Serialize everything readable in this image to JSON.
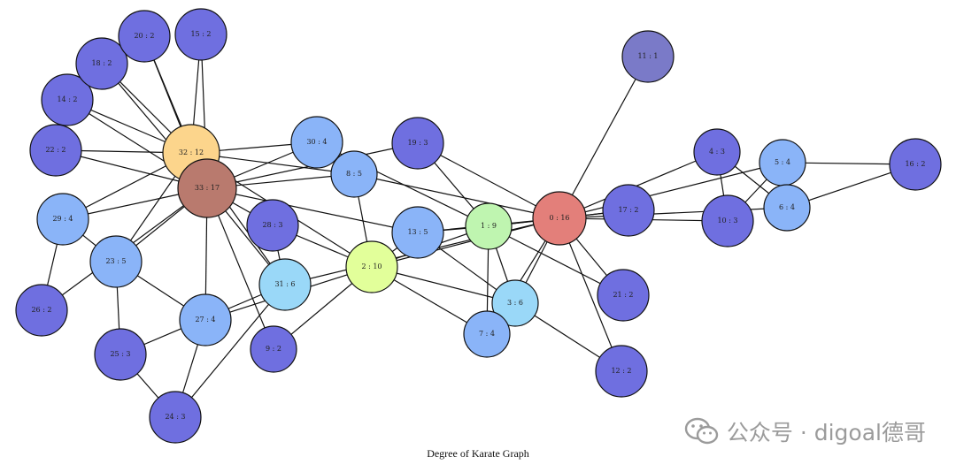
{
  "caption": "Degree of Karate Graph",
  "watermark": "公众号 · digoal德哥",
  "colors": {
    "low": "#6f6fe0",
    "mid_blue": "#8ab4f8",
    "light_blue": "#9ad8f8",
    "light_green": "#bff5b0",
    "yellow_green": "#e2ff9a",
    "orange": "#fcd58c",
    "brown": "#b97a6e",
    "red": "#e37f7a",
    "dark_slate": "#7a7ac8"
  },
  "nodes": [
    {
      "id": 0,
      "label": "0 : 16"
    },
    {
      "id": 1,
      "label": "1 : 9"
    },
    {
      "id": 2,
      "label": "2 : 10"
    },
    {
      "id": 3,
      "label": "3 : 6"
    },
    {
      "id": 4,
      "label": "4 : 3"
    },
    {
      "id": 5,
      "label": "5 : 4"
    },
    {
      "id": 6,
      "label": "6 : 4"
    },
    {
      "id": 7,
      "label": "7 : 4"
    },
    {
      "id": 8,
      "label": "8 : 5"
    },
    {
      "id": 9,
      "label": "9 : 2"
    },
    {
      "id": 10,
      "label": "10 : 3"
    },
    {
      "id": 11,
      "label": "11 : 1"
    },
    {
      "id": 12,
      "label": "12 : 2"
    },
    {
      "id": 13,
      "label": "13 : 5"
    },
    {
      "id": 14,
      "label": "14 : 2"
    },
    {
      "id": 15,
      "label": "15 : 2"
    },
    {
      "id": 16,
      "label": "16 : 2"
    },
    {
      "id": 17,
      "label": "17 : 2"
    },
    {
      "id": 18,
      "label": "18 : 2"
    },
    {
      "id": 19,
      "label": "19 : 3"
    },
    {
      "id": 20,
      "label": "20 : 2"
    },
    {
      "id": 21,
      "label": "21 : 2"
    },
    {
      "id": 22,
      "label": "22 : 2"
    },
    {
      "id": 23,
      "label": "23 : 5"
    },
    {
      "id": 24,
      "label": "24 : 3"
    },
    {
      "id": 25,
      "label": "25 : 3"
    },
    {
      "id": 26,
      "label": "26 : 2"
    },
    {
      "id": 27,
      "label": "27 : 4"
    },
    {
      "id": 28,
      "label": "28 : 3"
    },
    {
      "id": 29,
      "label": "29 : 4"
    },
    {
      "id": 30,
      "label": "30 : 4"
    },
    {
      "id": 31,
      "label": "31 : 6"
    },
    {
      "id": 32,
      "label": "32 : 12"
    },
    {
      "id": 33,
      "label": "33 : 17"
    }
  ],
  "edges": [
    [
      0,
      1
    ],
    [
      0,
      2
    ],
    [
      0,
      3
    ],
    [
      0,
      4
    ],
    [
      0,
      5
    ],
    [
      0,
      6
    ],
    [
      0,
      7
    ],
    [
      0,
      8
    ],
    [
      0,
      10
    ],
    [
      0,
      11
    ],
    [
      0,
      12
    ],
    [
      0,
      13
    ],
    [
      0,
      17
    ],
    [
      0,
      19
    ],
    [
      0,
      21
    ],
    [
      0,
      31
    ],
    [
      1,
      2
    ],
    [
      1,
      3
    ],
    [
      1,
      7
    ],
    [
      1,
      13
    ],
    [
      1,
      17
    ],
    [
      1,
      19
    ],
    [
      1,
      21
    ],
    [
      1,
      30
    ],
    [
      2,
      3
    ],
    [
      2,
      7
    ],
    [
      2,
      8
    ],
    [
      2,
      9
    ],
    [
      2,
      13
    ],
    [
      2,
      27
    ],
    [
      2,
      28
    ],
    [
      2,
      32
    ],
    [
      3,
      7
    ],
    [
      3,
      12
    ],
    [
      3,
      13
    ],
    [
      4,
      6
    ],
    [
      4,
      10
    ],
    [
      5,
      6
    ],
    [
      5,
      10
    ],
    [
      5,
      16
    ],
    [
      6,
      16
    ],
    [
      8,
      30
    ],
    [
      8,
      32
    ],
    [
      8,
      33
    ],
    [
      9,
      33
    ],
    [
      13,
      33
    ],
    [
      14,
      32
    ],
    [
      14,
      33
    ],
    [
      15,
      32
    ],
    [
      15,
      33
    ],
    [
      18,
      32
    ],
    [
      18,
      33
    ],
    [
      19,
      33
    ],
    [
      20,
      32
    ],
    [
      20,
      33
    ],
    [
      22,
      32
    ],
    [
      22,
      33
    ],
    [
      23,
      25
    ],
    [
      23,
      27
    ],
    [
      23,
      29
    ],
    [
      23,
      32
    ],
    [
      23,
      33
    ],
    [
      24,
      25
    ],
    [
      24,
      27
    ],
    [
      24,
      31
    ],
    [
      25,
      31
    ],
    [
      26,
      29
    ],
    [
      26,
      33
    ],
    [
      27,
      33
    ],
    [
      28,
      31
    ],
    [
      28,
      33
    ],
    [
      29,
      32
    ],
    [
      29,
      33
    ],
    [
      30,
      32
    ],
    [
      30,
      33
    ],
    [
      31,
      32
    ],
    [
      31,
      33
    ],
    [
      32,
      33
    ]
  ]
}
